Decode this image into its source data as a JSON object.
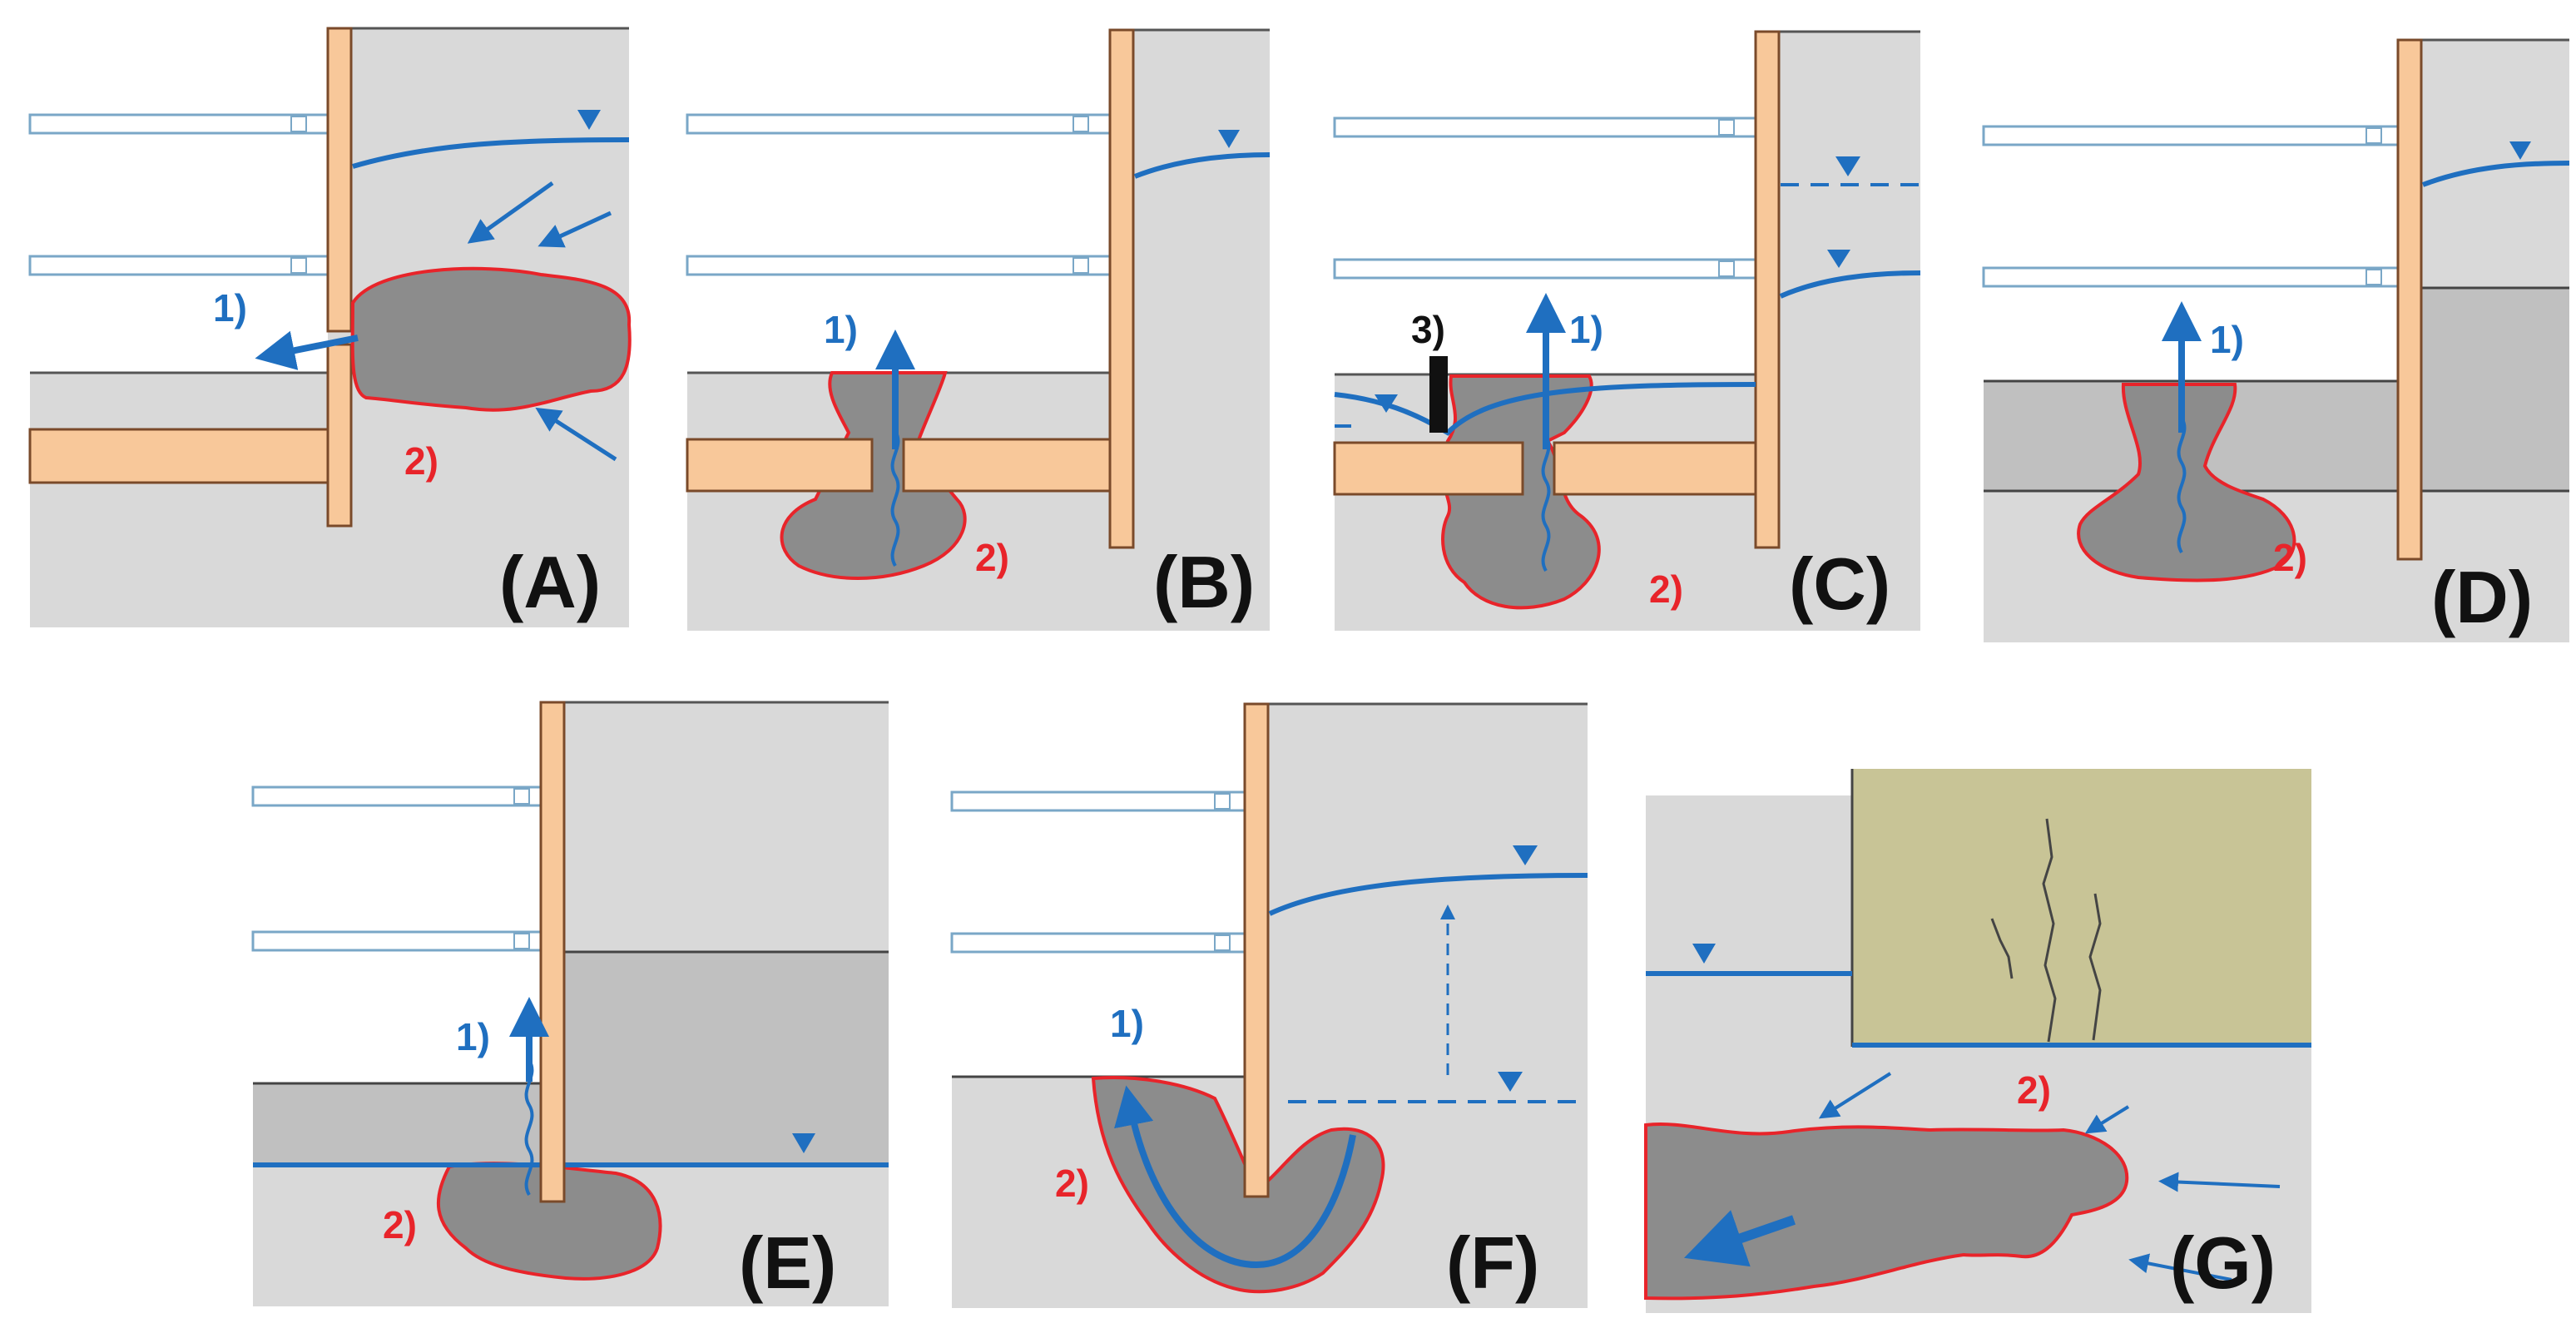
{
  "colors": {
    "soil": "#d9d9d9",
    "soil_dark": "#c0c0c0",
    "wall": "#f8c89a",
    "wall_stroke": "#7a4a2a",
    "water": "#1f6fc0",
    "zone_fill": "#8c8c8c",
    "zone_stroke": "#e8242a",
    "strut": "#ffffff",
    "strut_stroke": "#7aa7c7",
    "building": "#c8c496",
    "crack": "#444444"
  },
  "panels": [
    {
      "id": "A",
      "letter": "(A)",
      "labels": {
        "one": "1)",
        "two": "2)"
      }
    },
    {
      "id": "B",
      "letter": "(B)",
      "labels": {
        "one": "1)",
        "two": "2)"
      }
    },
    {
      "id": "C",
      "letter": "(C)",
      "labels": {
        "one": "1)",
        "two": "2)",
        "three": "3)"
      }
    },
    {
      "id": "D",
      "letter": "(D)",
      "labels": {
        "one": "1)",
        "two": "2)"
      }
    },
    {
      "id": "E",
      "letter": "(E)",
      "labels": {
        "one": "1)",
        "two": "2)"
      }
    },
    {
      "id": "F",
      "letter": "(F)",
      "labels": {
        "one": "1)",
        "two": "2)"
      }
    },
    {
      "id": "G",
      "letter": "(G)",
      "labels": {
        "two": "2)"
      }
    }
  ]
}
